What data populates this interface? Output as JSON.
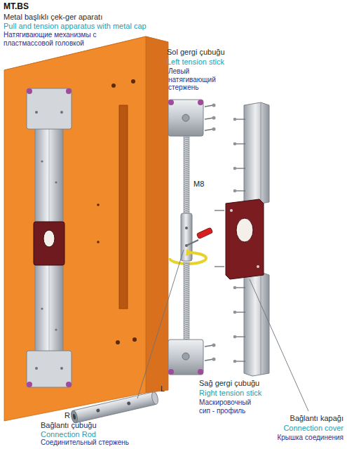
{
  "diagram": {
    "title": "MT.BS",
    "labels": [
      "Metal başlıklı çek-ger aparatı",
      "Pull and tension apparatus with metal cap",
      "Натягивающие механизмы с пластмассовой головкой",
      "Sol gergi çubuğu",
      "Left tension stick",
      "Левый натягивающий стержень",
      "M8",
      "L",
      "R",
      "Bağlantı çubuğu",
      "Connection Rod",
      "Соединительный стержень",
      "Sağ gergi çubuğu",
      "Right tension stick",
      "Маскировочный сип - профиль",
      "Bağlantı kapağı",
      "Connection cover",
      "Крышка соединения"
    ]
  }
}
